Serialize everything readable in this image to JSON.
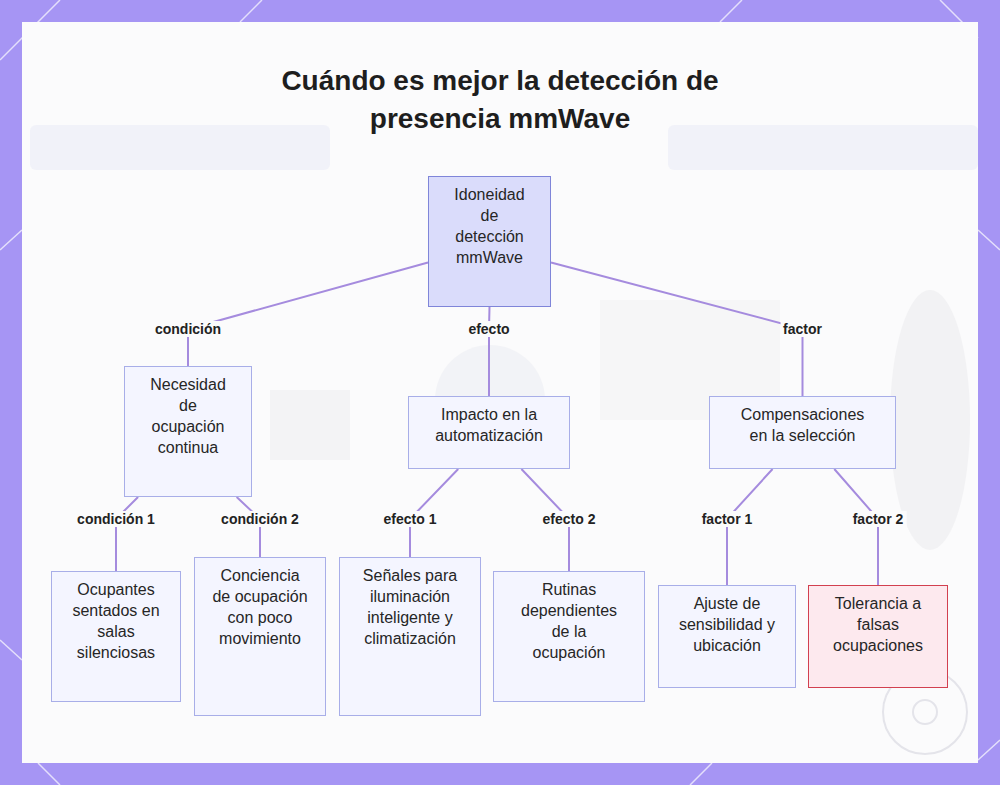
{
  "diagram": {
    "title": "Cuándo es mejor la detección de presencia mmWave",
    "nodes": [
      {
        "text": [
          "Idoneidad de detección mmWave"
        ]
      },
      {
        "text": [
          "Necesidad de ocupación continua"
        ]
      },
      {
        "text": [
          "Impacto en la automatización"
        ]
      },
      {
        "text": [
          "Compensaciones en la selección"
        ]
      },
      {
        "text": [
          "Ocupantes sentados en salas silenciosas"
        ]
      },
      {
        "text": [
          "Conciencia de ocupación con poco movimiento"
        ]
      },
      {
        "text": [
          "Señales para iluminación inteligente y climatización"
        ]
      },
      {
        "text": [
          "Rutinas dependientes de la ocupación"
        ]
      },
      {
        "text": [
          "Ajuste de sensibilidad y ubicación"
        ]
      },
      {
        "text": [
          "Tolerancia a falsas ocupaciones"
        ]
      }
    ],
    "edges": [
      {
        "from": 0,
        "to": 1,
        "label": "condición",
        "arrow": "none"
      },
      {
        "from": 0,
        "to": 2,
        "label": "efecto",
        "arrow": "none"
      },
      {
        "from": 0,
        "to": 3,
        "label": "factor",
        "arrow": "none"
      },
      {
        "from": 1,
        "to": 4,
        "label": "condición 1",
        "arrow": "none"
      },
      {
        "from": 1,
        "to": 5,
        "label": "condición 2",
        "arrow": "none"
      },
      {
        "from": 2,
        "to": 6,
        "label": "efecto 1",
        "arrow": "none"
      },
      {
        "from": 2,
        "to": 7,
        "label": "efecto 2",
        "arrow": "none"
      },
      {
        "from": 3,
        "to": 8,
        "label": "factor 1",
        "arrow": "none"
      },
      {
        "from": 3,
        "to": 9,
        "label": "factor 2",
        "arrow": "none"
      }
    ]
  }
}
